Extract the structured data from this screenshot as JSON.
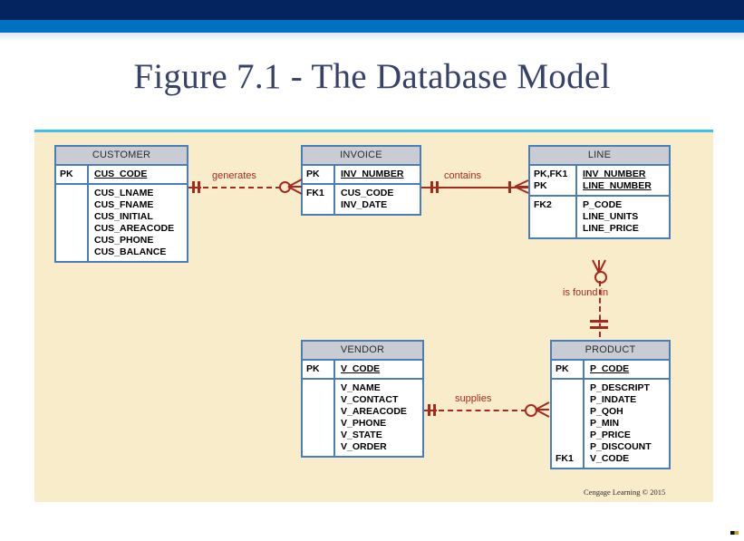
{
  "banner": {
    "navy_color": "#04245f",
    "blue_color": "#0070c0"
  },
  "title": "Figure 7.1 - The Database Model",
  "panel": {
    "background_color": "#f9eccb",
    "top_rule_color": "#3fc0ee"
  },
  "entities": {
    "customer": {
      "name": "CUSTOMER",
      "pk_keys": [
        "PK"
      ],
      "pk_attrs": [
        "CUS_CODE"
      ],
      "attr_keys": [],
      "attrs": [
        "CUS_LNAME",
        "CUS_FNAME",
        "CUS_INITIAL",
        "CUS_AREACODE",
        "CUS_PHONE",
        "CUS_BALANCE"
      ]
    },
    "invoice": {
      "name": "INVOICE",
      "pk_keys": [
        "PK"
      ],
      "pk_attrs": [
        "INV_NUMBER"
      ],
      "attr_keys": [
        "FK1"
      ],
      "attrs": [
        "CUS_CODE",
        "INV_DATE"
      ]
    },
    "line": {
      "name": "LINE",
      "pk_keys": [
        "PK,FK1",
        "PK"
      ],
      "pk_attrs": [
        "INV_NUMBER",
        "LINE_NUMBER"
      ],
      "attr_keys": [
        "FK2"
      ],
      "attrs": [
        "P_CODE",
        "LINE_UNITS",
        "LINE_PRICE"
      ]
    },
    "vendor": {
      "name": "VENDOR",
      "pk_keys": [
        "PK"
      ],
      "pk_attrs": [
        "V_CODE"
      ],
      "attr_keys": [],
      "attrs": [
        "V_NAME",
        "V_CONTACT",
        "V_AREACODE",
        "V_PHONE",
        "V_STATE",
        "V_ORDER"
      ]
    },
    "product": {
      "name": "PRODUCT",
      "pk_keys": [
        "PK"
      ],
      "pk_attrs": [
        "P_CODE"
      ],
      "attr_keys": [
        "FK1"
      ],
      "attrs": [
        "P_DESCRIPT",
        "P_INDATE",
        "P_QOH",
        "P_MIN",
        "P_PRICE",
        "P_DISCOUNT",
        "V_CODE"
      ]
    }
  },
  "relationships": {
    "generates": {
      "label": "generates",
      "line_style": "dashed",
      "color": "#a52a1e"
    },
    "contains": {
      "label": "contains",
      "line_style": "solid",
      "color": "#a52a1e"
    },
    "is_found_in": {
      "label": "is found in",
      "line_style": "dashed",
      "color": "#a52a1e"
    },
    "supplies": {
      "label": "supplies",
      "line_style": "dashed",
      "color": "#a52a1e"
    }
  },
  "credit": "Cengage Learning © 2015"
}
